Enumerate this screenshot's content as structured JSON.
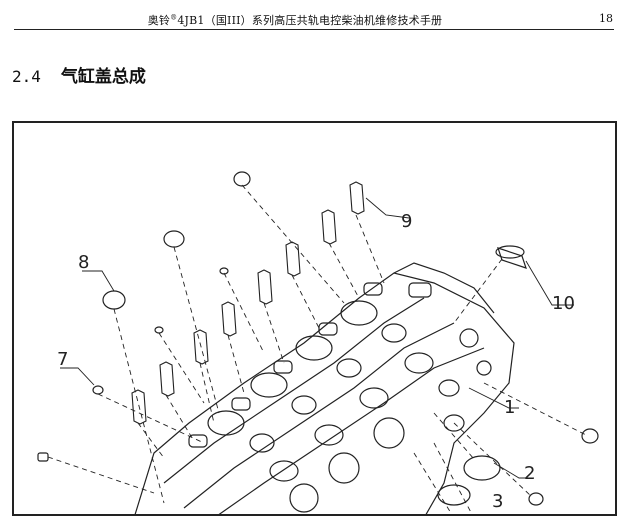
{
  "header": {
    "title_pre": "奥铃",
    "title_mark": "®",
    "title_post": "4JB1（国III）系列高压共轨电控柴油机维修技术手册",
    "page_number": "18"
  },
  "section": {
    "number": "2.4",
    "title": "气缸盖总成"
  },
  "figure": {
    "callouts": [
      "1",
      "2",
      "3",
      "7",
      "8",
      "9",
      "10"
    ]
  }
}
